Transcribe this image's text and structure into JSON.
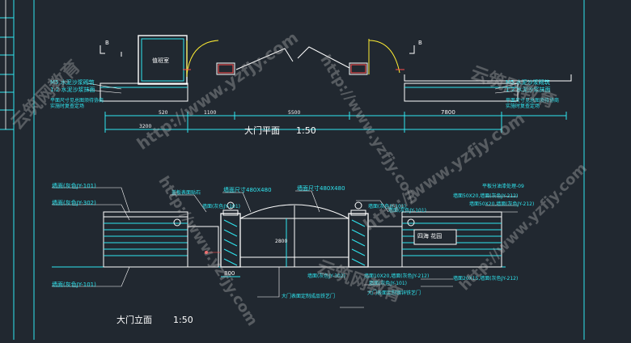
{
  "plan": {
    "title": "大门平面",
    "scale": "1:50",
    "section_mark": "B",
    "room_label": "值班室",
    "note_left_1": "M5 水泥沙浆砌筑",
    "note_left_2": "1:2 水泥沙浆抹面",
    "note_left_3": "平面尺寸见总图须待协商",
    "note_left_4": "实施时复查定场",
    "note_right_1": "M5 水泥沙浆砌筑",
    "note_right_2": "1:2 水泥沙浆抹面",
    "note_right_3": "平面尺寸见总图须待协商",
    "note_right_4": "实施时复查定场",
    "dim_left_a": "3200",
    "dim_left_b": "520",
    "dim_mid_a": "1100",
    "dim_mid_b": "5500",
    "dim_right": "7800"
  },
  "elevation": {
    "title": "大门立面",
    "scale": "1:50",
    "sign_text": "四海 花园",
    "callout_l1": "墙面(灰色JY-101)",
    "callout_l2": "墙面(灰色JY-302)",
    "callout_l3": "墙面(灰色JY-101)",
    "callout_top_a": "盖板表面贴石",
    "callout_top_b": "墙面尺寸480X480",
    "callout_top_c": "墙面尺寸480X480",
    "callout_gate_left": "墙面(灰色JY-101)",
    "callout_gate_right": "墙面(灰色JY-101)",
    "callout_r1": "平板分油漆处理-09",
    "callout_r2": "墙面50X20,墙面(灰色JY-212)",
    "callout_r3": "墙面50X20,墙面(灰色JY-212)",
    "callout_r4": "墙面(灰色JY-101)",
    "callout_b1": "墙面(灰色JY-302)",
    "callout_b2": "墙面10X20,墙面(灰色JY-212)",
    "callout_b3": "墙面(灰色JY-101)",
    "callout_b4": "墙面20X15,墙面(灰色JY-212)",
    "callout_b5": "大门表面定制成品铁艺门",
    "callout_b6": "大门表面定制镀锌铁艺门",
    "dim_post": "800",
    "dim_height": "2800"
  },
  "watermark": {
    "url": "http://www.yzfjy.com",
    "brand": "云筑网教育"
  }
}
